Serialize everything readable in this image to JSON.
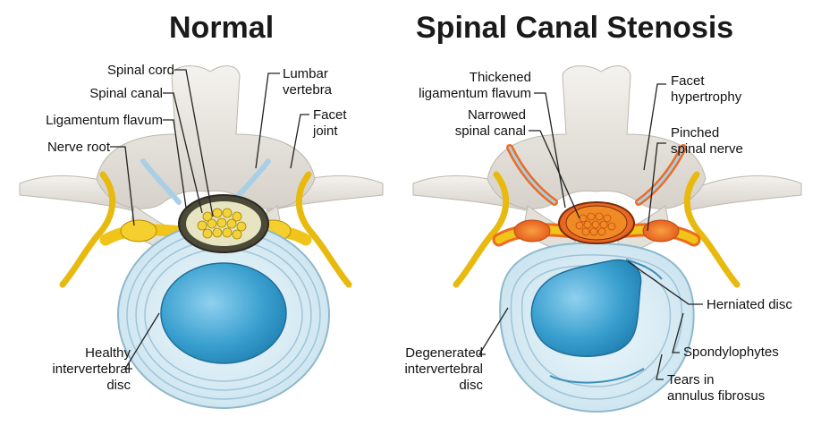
{
  "titles": {
    "normal": "Normal",
    "stenosis": "Spinal Canal Stenosis"
  },
  "labels": {
    "normal": {
      "spinal_cord": "Spinal cord",
      "spinal_canal": "Spinal canal",
      "ligamentum_flavum": "Ligamentum flavum",
      "nerve_root": "Nerve root",
      "lumbar_vertebra": [
        "Lumbar",
        "vertebra"
      ],
      "facet_joint": [
        "Facet",
        "joint"
      ],
      "healthy_disc": [
        "Healthy",
        "intervertebral",
        "disc"
      ]
    },
    "stenosis": {
      "thickened_lig": [
        "Thickened",
        "ligamentum flavum"
      ],
      "narrowed_canal": [
        "Narrowed",
        "spinal canal"
      ],
      "facet_hypertrophy": [
        "Facet",
        "hypertrophy"
      ],
      "pinched_nerve": [
        "Pinched",
        "spinal nerve"
      ],
      "herniated_disc": "Herniated disc",
      "spondylophytes": "Spondylophytes",
      "tears": [
        "Tears in",
        "annulus fibrosus"
      ],
      "degenerated_disc": [
        "Degenerated",
        "intervertebral",
        "disc"
      ]
    }
  },
  "colors": {
    "bone": "#ece9e4",
    "bone_shade": "#cfcac3",
    "nerve": "#f0c419",
    "nerve_dark": "#b58a00",
    "disc_outer": "#d9edf6",
    "disc_ring": "#8fb8cc",
    "nucleus": "#3aa0cf",
    "inflamed": "#ee6a1f",
    "cartilage": "#a9cfe6"
  }
}
